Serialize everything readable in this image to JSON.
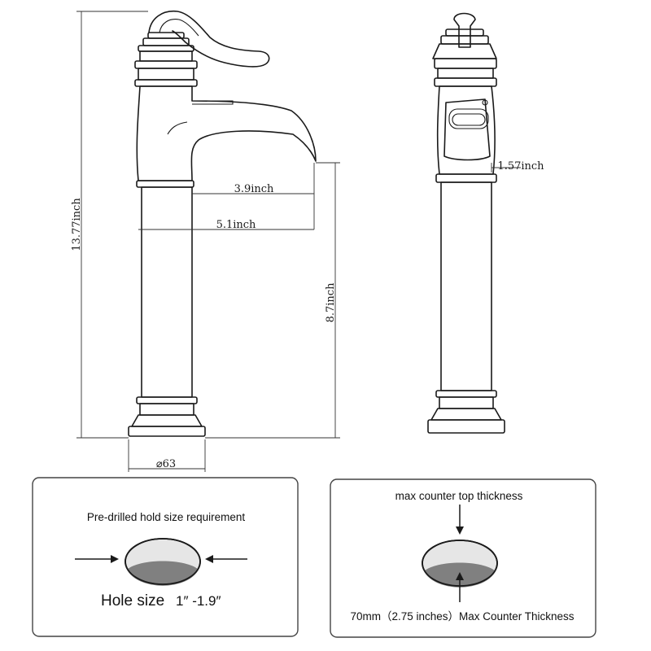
{
  "diagram": {
    "dimensions": {
      "total_height": "13.77inch",
      "spout_reach": "3.9inch",
      "spout_to_edge": "5.1inch",
      "spout_height": "8.7inch",
      "base_diameter": "⌀63",
      "side_width": "1.57inch"
    },
    "hole_panel": {
      "title": "Pre-drilled hold size requirement",
      "size_label": "Hole size",
      "size_value": "1″ -1.9″"
    },
    "counter_panel": {
      "title": "max counter top thickness",
      "caption": "70mm（2.75 inches）Max Counter Thickness"
    },
    "colors": {
      "line": "#1a1a1a",
      "hole_fill": "#808080",
      "hole_light": "#e6e6e6"
    }
  }
}
